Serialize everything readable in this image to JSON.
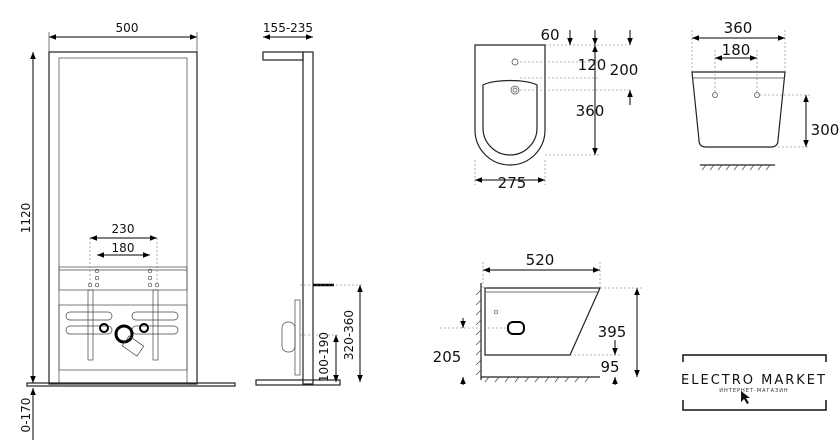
{
  "front_view": {
    "width": "500",
    "height": "1120",
    "floor_adjust": "0-170",
    "outer_spacing": "230",
    "inner_spacing": "180"
  },
  "side_view": {
    "depth": "155-235",
    "bracket_height": "320-360",
    "drain_height": "100-190"
  },
  "bidet_top": {
    "dim_60": "60",
    "dim_120": "120",
    "dim_200": "200",
    "dim_360": "360",
    "dim_275": "275"
  },
  "bidet_rear": {
    "width": "360",
    "hole_spacing": "180",
    "height": "300"
  },
  "bidet_side": {
    "length": "520",
    "height": "395",
    "drain": "205",
    "bottom": "95"
  },
  "logo": {
    "title": "ELECTRO MARKET",
    "subtitle": "ИНТЕРНЕТ-МАГАЗИН"
  }
}
